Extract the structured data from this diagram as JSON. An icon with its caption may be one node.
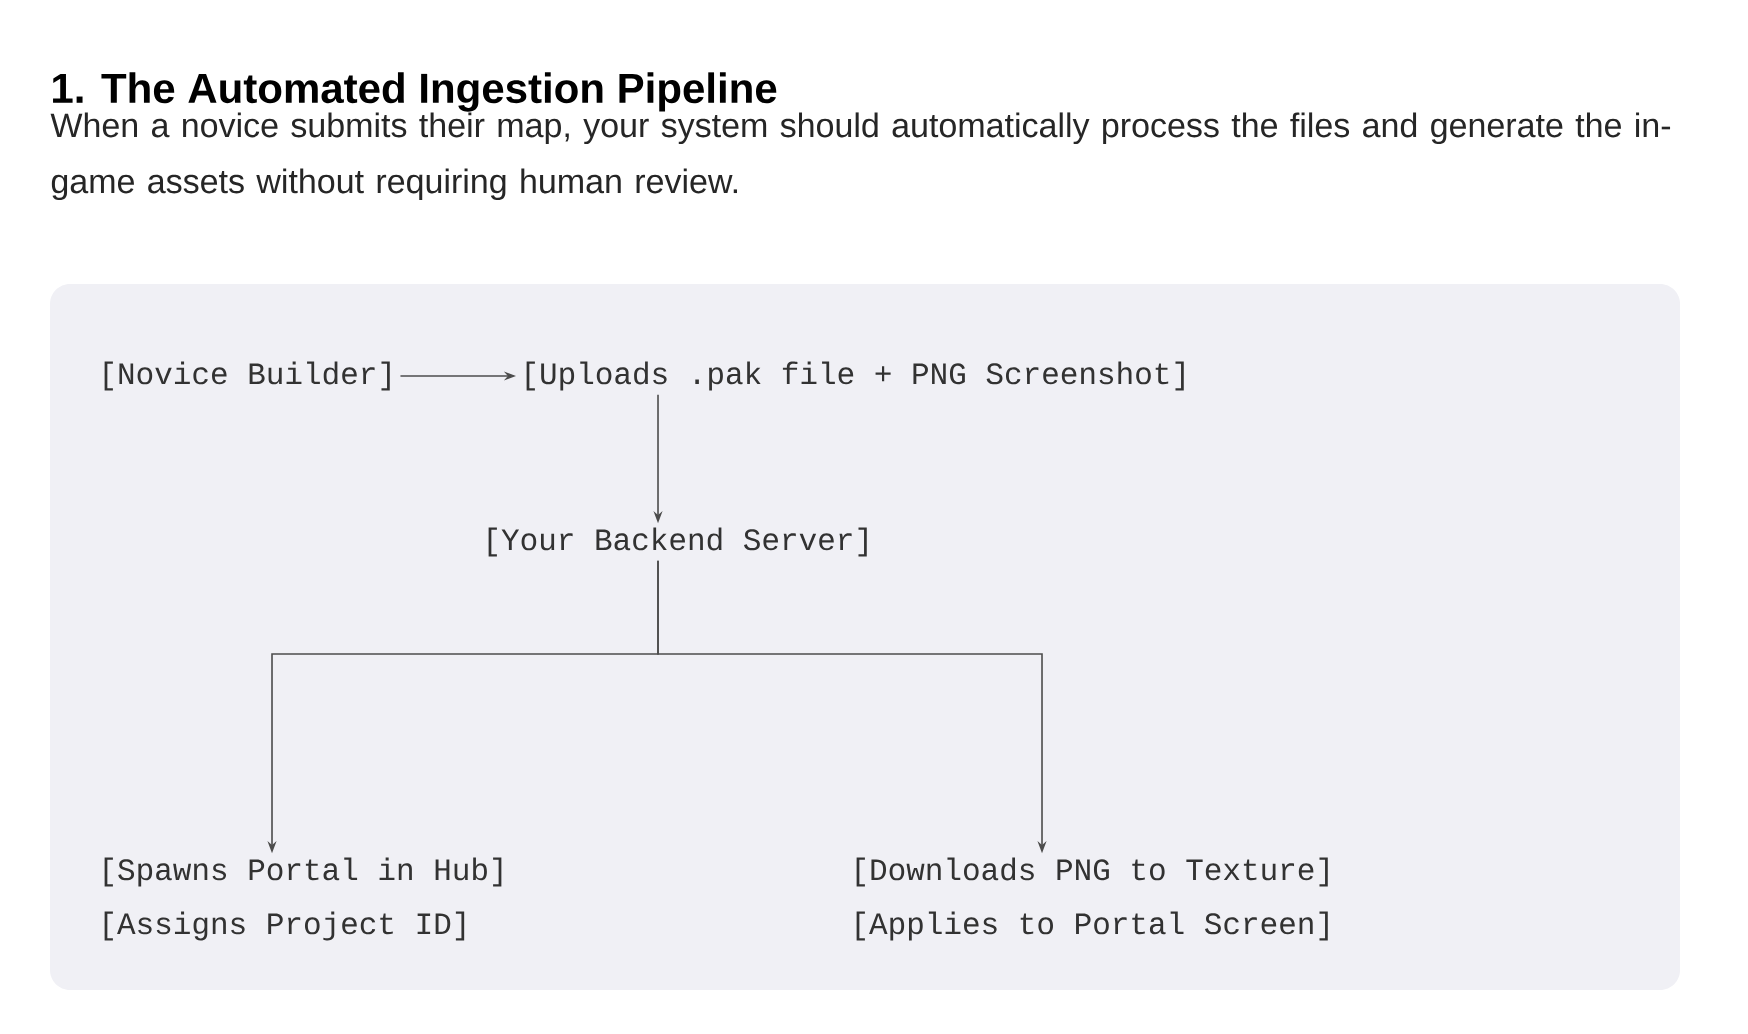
{
  "diagram": {
    "title": "1. The Automated Ingestion Pipeline",
    "caption": "When a novice submits their map, your system should automatically process the files and generate the in-game assets without requiring human review.",
    "nodes": [
      {
        "text": [
          "[Novice Builder]"
        ]
      },
      {
        "text": [
          "[Uploads .pak file + PNG Screenshot]"
        ]
      },
      {
        "text": [
          "[Your Backend Server]"
        ]
      },
      {
        "text": [
          "[Spawns Portal in Hub]"
        ]
      },
      {
        "text": [
          "[Assigns Project ID]"
        ]
      },
      {
        "text": [
          "[Downloads PNG to Texture]"
        ]
      },
      {
        "text": [
          "[Applies to Portal Screen]"
        ]
      }
    ],
    "edges": [
      {
        "from": 0,
        "to": 1,
        "arrow": "to"
      },
      {
        "from": 1,
        "to": 2,
        "arrow": "to"
      },
      {
        "from": 2,
        "to": 3,
        "arrow": "to"
      },
      {
        "from": 2,
        "to": 5,
        "arrow": "to"
      }
    ]
  }
}
